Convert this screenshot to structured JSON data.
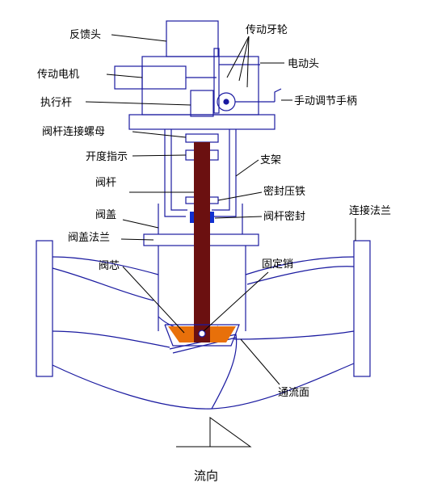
{
  "colors": {
    "outline": "#1a1aa0",
    "leader": "#000000",
    "stem": "#6b1010",
    "plug": "#e8700a",
    "packing": "#1030d0",
    "background": "#ffffff"
  },
  "labels": {
    "feedback_head": "反馈头",
    "drive_gear": "传动牙轮",
    "drive_motor": "传动电机",
    "electric_head": "电动头",
    "actuator_rod": "执行杆",
    "handwheel": "手动调节手柄",
    "stem_nut": "阀杆连接螺母",
    "opening_indicator": "开度指示",
    "bracket": "支架",
    "valve_stem": "阀杆",
    "gland": "密封压铁",
    "bonnet": "阀盖",
    "stem_seal": "阀杆密封",
    "bonnet_flange": "阀盖法兰",
    "connecting_flange": "连接法兰",
    "valve_plug": "阀芯",
    "fixing_pin": "固定销",
    "flow_surface": "通流面",
    "flow_direction": "流向"
  }
}
